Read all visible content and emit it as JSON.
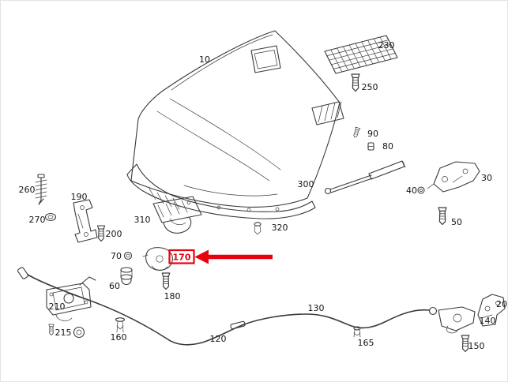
{
  "colors": {
    "background": "#ffffff",
    "line": "#3a3a3a",
    "highlight": "#e8000f"
  },
  "labels": {
    "p10": "10",
    "p20": "20",
    "p30": "30",
    "p40": "40",
    "p50": "50",
    "p60": "60",
    "p70": "70",
    "p80": "80",
    "p90": "90",
    "p120": "120",
    "p130": "130",
    "p140": "140",
    "p150": "150",
    "p160": "160",
    "p165": "165",
    "p170": "170",
    "p180": "180",
    "p190": "190",
    "p200": "200",
    "p210": "210",
    "p215": "215",
    "p230": "230",
    "p250": "250",
    "p260": "260",
    "p270": "270",
    "p300": "300",
    "p310": "310",
    "p320": "320"
  }
}
